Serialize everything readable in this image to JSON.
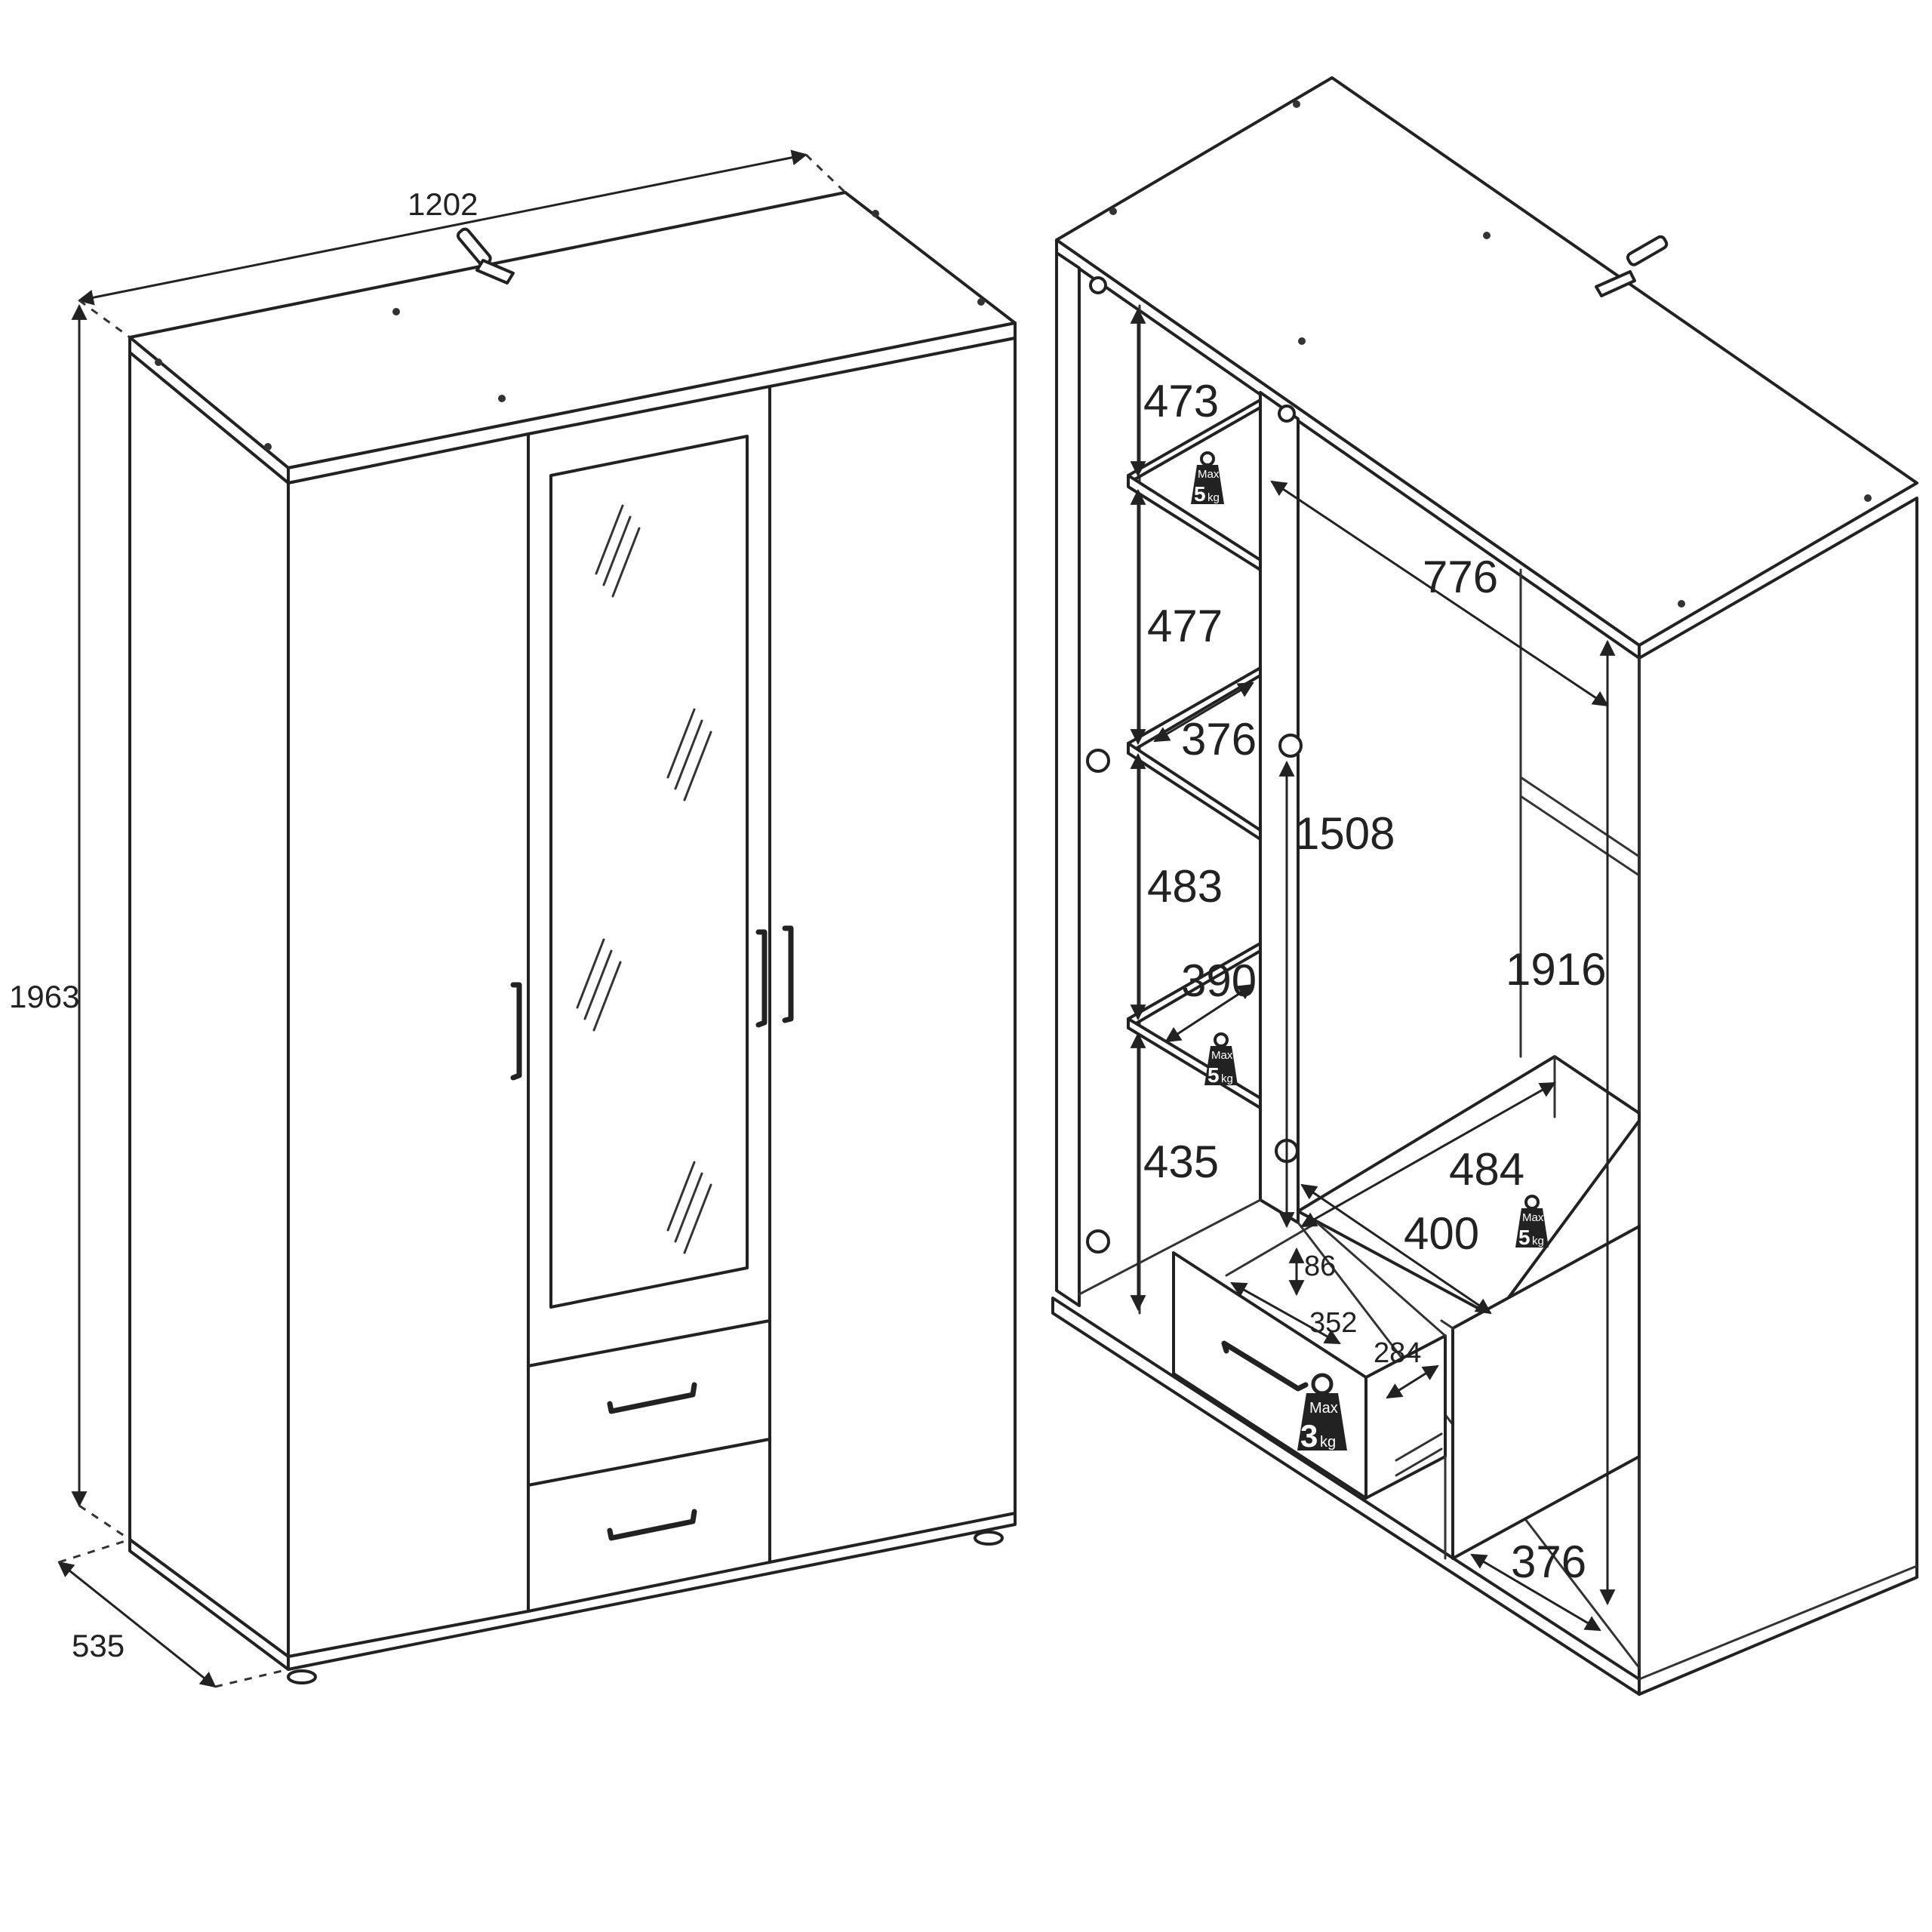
{
  "front_view": {
    "width": "1202",
    "height": "1963",
    "depth": "535"
  },
  "interior_view": {
    "shelf_spacing": [
      "473",
      "477",
      "483",
      "435"
    ],
    "shelf_depth_upper": "376",
    "shelf_depth_lower": "390",
    "hanging_width": "776",
    "hanging_height": "1508",
    "interior_height": "1916",
    "bottom_depth": "484",
    "bottom_width": "400",
    "drawer_height": "86",
    "drawer_width": "352",
    "drawer_depth": "284",
    "base_depth": "376"
  },
  "weight_labels": {
    "max_label": "Max",
    "shelf_load": "5",
    "drawer_load": "3",
    "unit": "kg"
  }
}
